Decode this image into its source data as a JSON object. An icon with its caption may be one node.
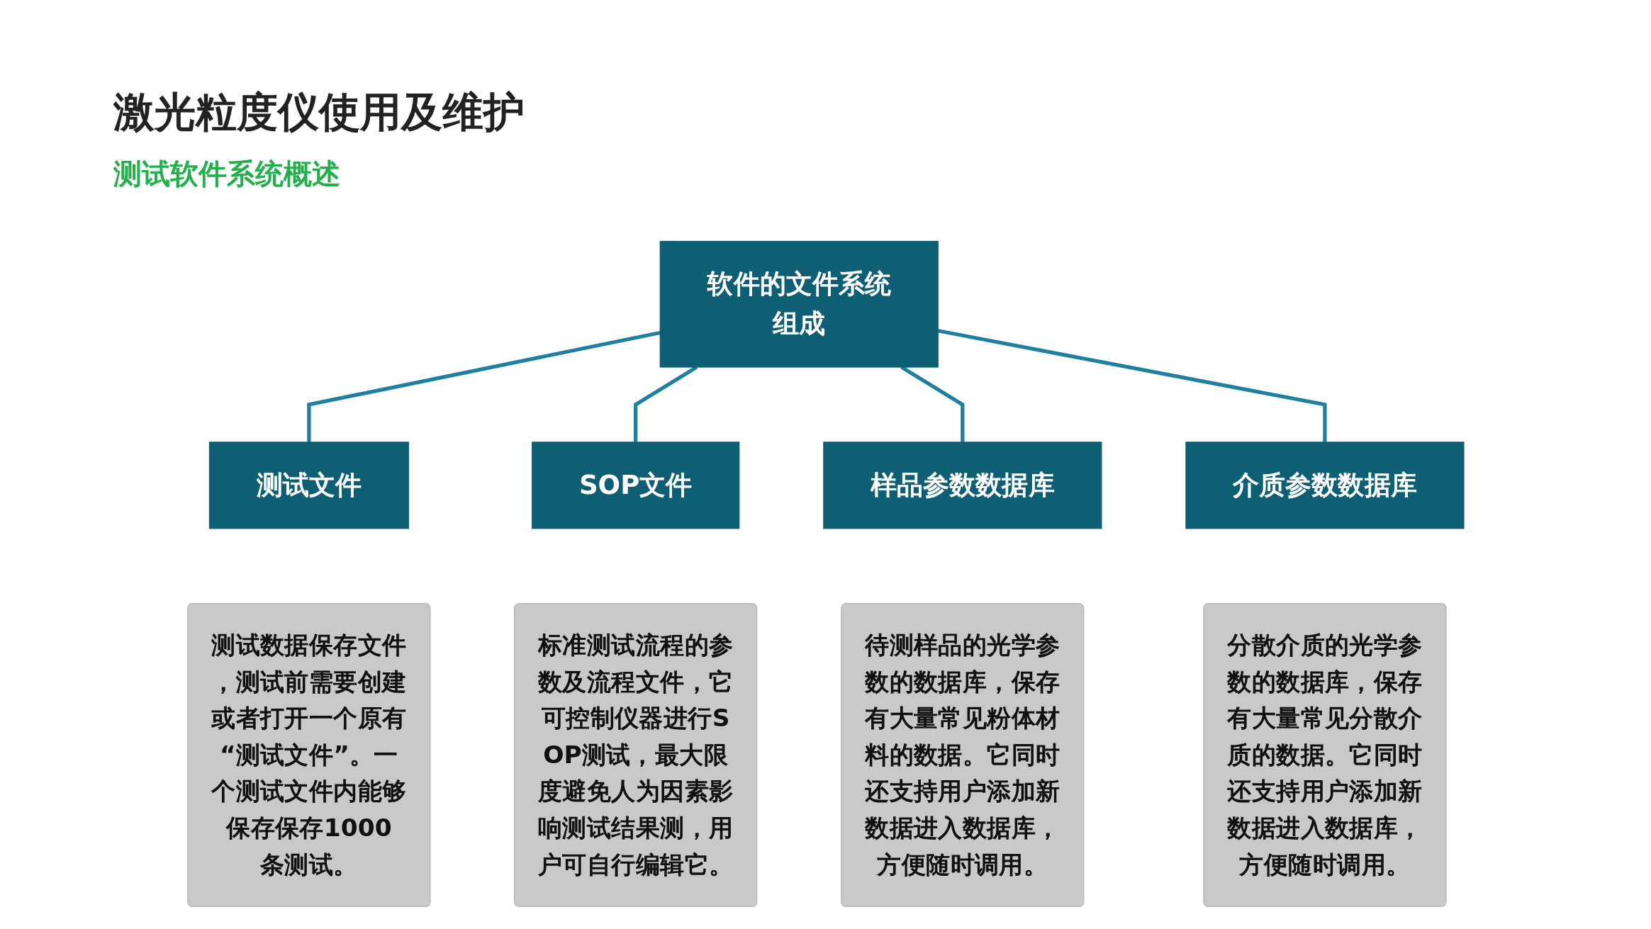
{
  "diagram": {
    "title": "激光粒度仪使用及维护",
    "nodes": [
      {
        "text": [
          "软件的文件系统组成"
        ]
      },
      {
        "text": [
          "测试文件"
        ]
      },
      {
        "text": [
          "SOP文件"
        ]
      },
      {
        "text": [
          "样品参数数据库"
        ]
      },
      {
        "text": [
          "介质参数数据库"
        ]
      },
      {
        "text": [
          "测试数据保存文件，测试前需要创建或者打开一个原有“测试文件”。一个测试文件内能够保存保存1000条测试。"
        ]
      },
      {
        "text": [
          "标准测试流程的参数及流程文件，它可控制仪器进行SOP测试，最大限度避免人为因素影响测试结果测，用户可自行编辑它。"
        ]
      },
      {
        "text": [
          "待测样品的光学参数的数据库，保存有大量常见粉体材料的数据。它同时还支持用户添加新数据进入数据库，方便随时调用。"
        ]
      },
      {
        "text": [
          "分散介质的光学参数的数据库，保存有大量常见分散介质的数据。它同时还支持用户添加新数据进入数据库，方便随时调用。"
        ]
      }
    ],
    "edges": [
      {
        "from": 0,
        "to": 1,
        "arrow": "none"
      },
      {
        "from": 0,
        "to": 2,
        "arrow": "none"
      },
      {
        "from": 0,
        "to": 3,
        "arrow": "none"
      },
      {
        "from": 0,
        "to": 4,
        "arrow": "none"
      }
    ],
    "labels": [
      "测试软件系统概述"
    ]
  }
}
